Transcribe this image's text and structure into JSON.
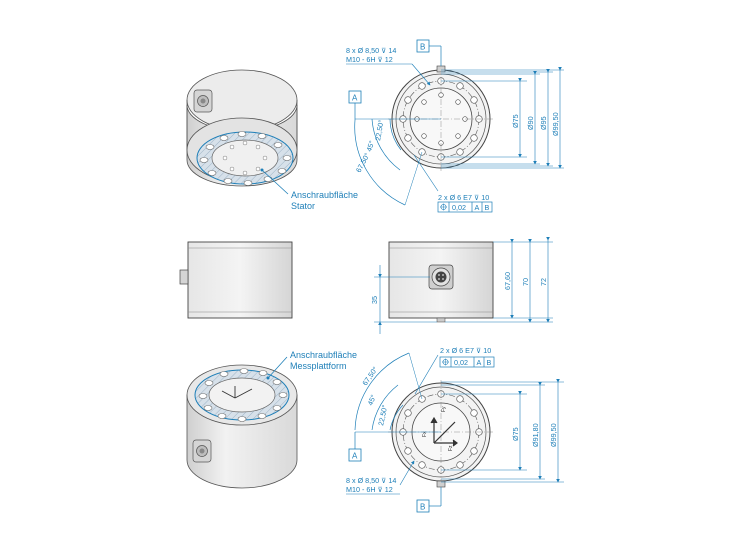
{
  "colors": {
    "dimension": "#1e7fb8",
    "body_light": "#e9e9e9",
    "body_mid": "#cfcfcf",
    "hatch": "#b9c9d6"
  },
  "callouts": {
    "stator_line1": "Anschraubfläche",
    "stator_line2": "Stator",
    "plate_line1": "Anschraubfläche",
    "plate_line2": "Messplattform"
  },
  "top_view": {
    "datum_b": "B",
    "datum_a": "A",
    "holes_line1": "8 x Ø 8,50 ⊽ 14",
    "holes_line2": "M10 - 6H ⊽ 12",
    "angle_1": "22,50°",
    "angle_2": "45°",
    "angle_3": "67,50°",
    "diam_1": "Ø75",
    "diam_2": "Ø90",
    "diam_3": "Ø95",
    "diam_4": "Ø99,50",
    "pin_line": "2 x Ø 6 E7 ⊽ 10",
    "tol_value": "0,02",
    "tol_ref_a": "A",
    "tol_ref_b": "B"
  },
  "side_view": {
    "height_connector": "35",
    "height_1": "67,60",
    "height_2": "70",
    "height_3": "72"
  },
  "bottom_view": {
    "pin_line": "2 x Ø 6 E7 ⊽ 10",
    "tol_value": "0,02",
    "tol_ref_a": "A",
    "tol_ref_b": "B",
    "angle_1": "67,50°",
    "angle_2": "45°",
    "angle_3": "22,50°",
    "datum_a": "A",
    "datum_b": "B",
    "holes_line1": "8 x Ø 8,50 ⊽ 14",
    "holes_line2": "M10 - 6H ⊽ 12",
    "diam_1": "Ø75",
    "diam_2": "Ø91,80",
    "diam_3": "Ø99,50",
    "axis_fx": "Fx",
    "axis_fy": "Fy",
    "axis_fz": "Fz"
  }
}
